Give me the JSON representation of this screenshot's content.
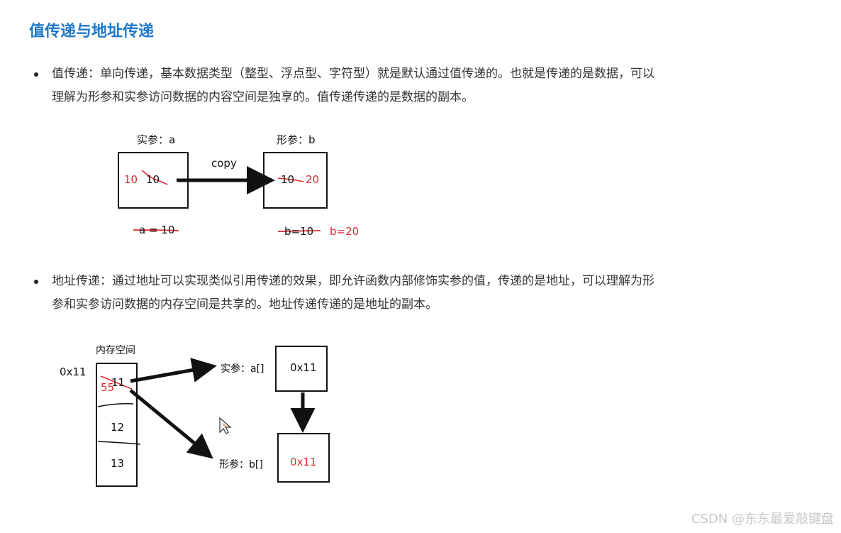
{
  "section": {
    "title": "值传递与地址传递"
  },
  "bullets": [
    {
      "text_line1": "值传递：单向传递，基本数据类型（整型、浮点型、字符型）就是默认通过值传递的。也就是传递的是数据，可以",
      "text_line2": "理解为形参和实参访问数据的内容空间是独享的。值传递传递的是数据的副本。"
    },
    {
      "text_line1": "地址传递：通过地址可以实现类似引用传递的效果，即允许函数内部修饰实参的值，传递的是地址，可以理解为形",
      "text_line2": "参和实参访问数据的内存空间是共享的。地址传递传递的是地址的副本。"
    }
  ],
  "diagram1": {
    "actual_label": "实参：a",
    "formal_label": "形参：b",
    "arrow_label": "copy",
    "actual_new_value": "10",
    "actual_old_value": "10",
    "formal_old_value": "10",
    "formal_new_value": "20",
    "actual_expr": "a = 10",
    "formal_expr_old": "b=10",
    "formal_expr_new": "b=20"
  },
  "diagram2": {
    "memory_label": "内存空间",
    "address_label": "0x11",
    "cells": [
      "11",
      "12",
      "13"
    ],
    "cell0_new_value": "55",
    "actual_label": "实参：a[]",
    "formal_label": "形参：b[]",
    "actual_box_value": "0x11",
    "formal_box_value": "0x11"
  },
  "colors": {
    "title": "#1f78c8",
    "annotation": "#e0282e"
  },
  "watermark": "CSDN @东东最爱敲键盘"
}
